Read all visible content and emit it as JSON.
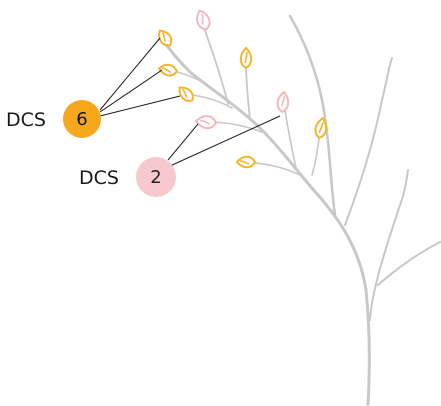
{
  "callouts": [
    {
      "prefix": "DCS",
      "number": "6",
      "color": "#f5a81c",
      "number_color": "#111111"
    },
    {
      "prefix": "DCS",
      "number": "2",
      "color": "#f7c9cf",
      "number_color": "#222222"
    }
  ],
  "colors": {
    "branch": "#c8c8c8",
    "leaf_yellow": "#f4b52a",
    "leaf_pink": "#f3b8bf",
    "leader": "#1a1a1a"
  }
}
